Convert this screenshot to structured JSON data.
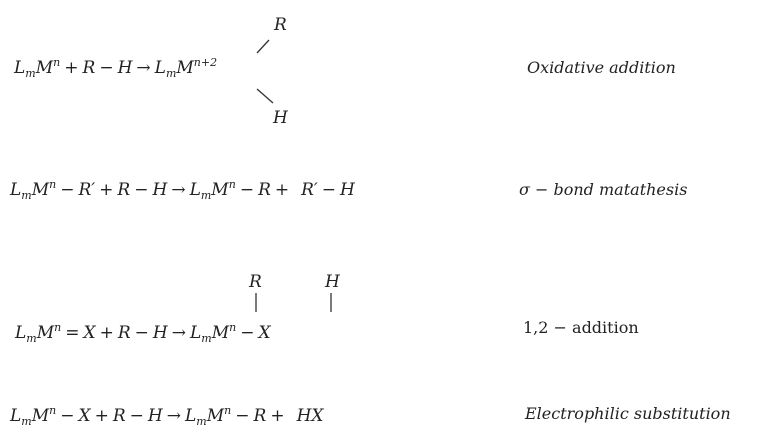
{
  "reactions": [
    {
      "equation": {
        "L": "L",
        "m": "m",
        "M": "M",
        "n": "n",
        "plus": "+",
        "R": "R",
        "minus": "−",
        "H": "H",
        "arrow": "→",
        "n_plus_2": "n+2"
      },
      "branch_top": "R",
      "branch_bottom": "H",
      "label": "Oxidative addition"
    },
    {
      "equation": {
        "L": "L",
        "m": "m",
        "M": "M",
        "n": "n",
        "minus": "−",
        "Rp": "R′",
        "plus": "+",
        "R": "R",
        "H": "H",
        "arrow": "→"
      },
      "label": "σ − bond matathesis"
    },
    {
      "equation": {
        "L": "L",
        "m": "m",
        "M": "M",
        "n": "n",
        "equals": "=",
        "X": "X",
        "plus": "+",
        "R": "R",
        "minus": "−",
        "H": "H",
        "arrow": "→"
      },
      "branch_left": "R",
      "branch_right": "H",
      "label": "1,2 − addition"
    },
    {
      "equation": {
        "L": "L",
        "m": "m",
        "M": "M",
        "n": "n",
        "minus": "−",
        "X": "X",
        "plus": "+",
        "R": "R",
        "H": "H",
        "arrow": "→",
        "HX": "HX"
      },
      "label": "Electrophilic substitution"
    }
  ]
}
